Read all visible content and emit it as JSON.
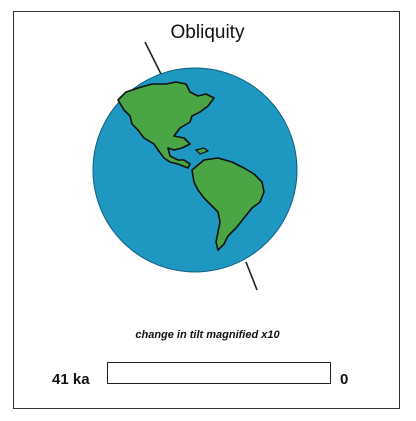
{
  "title": "Obliquity",
  "caption": "change in tilt magnified x10",
  "timeline": {
    "start_label": "41 ka",
    "end_label": "0",
    "progress_fraction": 0
  },
  "colors": {
    "ocean": "#1f98c1",
    "land": "#4aa545",
    "outline": "#111111",
    "axis": "#222222"
  }
}
